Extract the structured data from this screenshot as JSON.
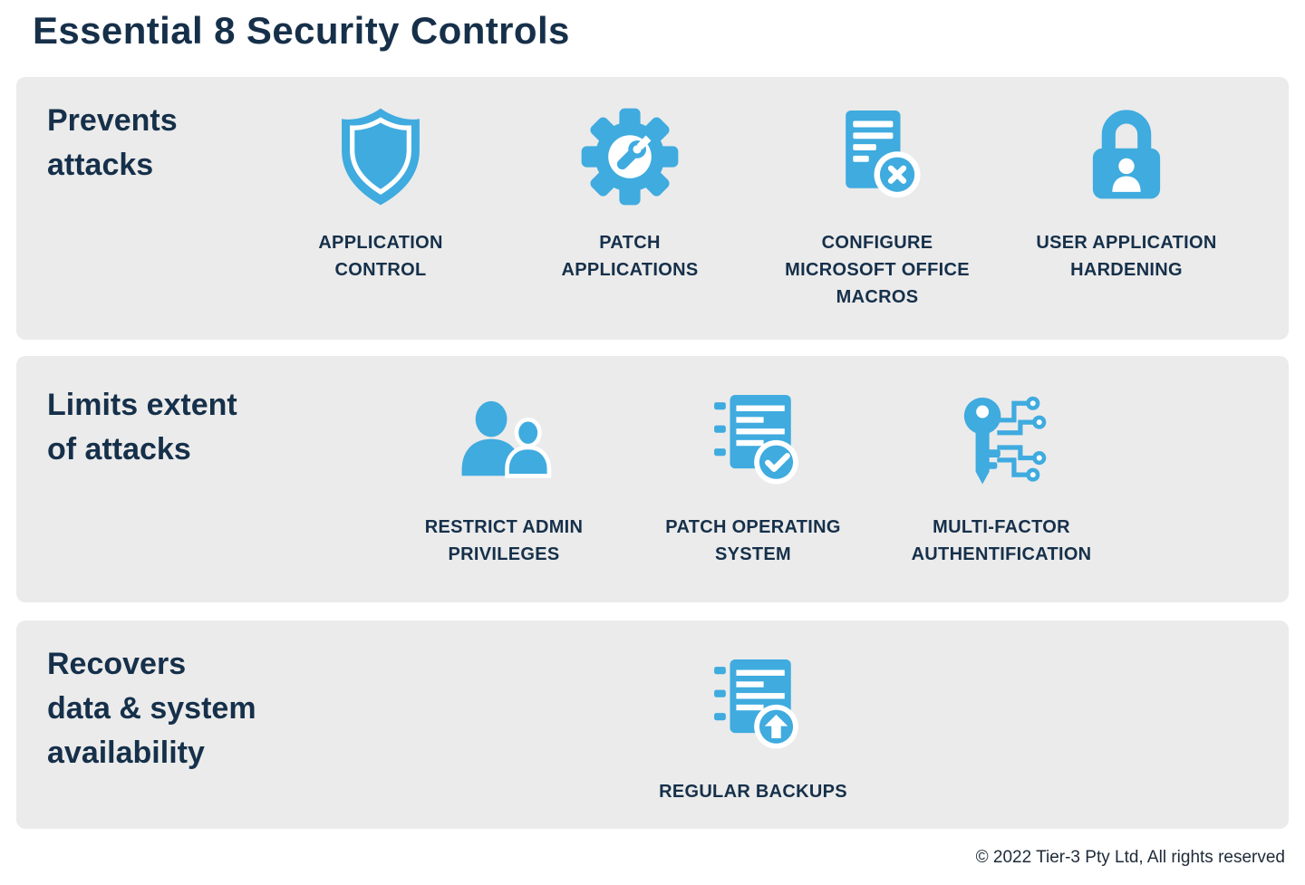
{
  "title": "Essential 8 Security Controls",
  "footer": "© 2022 Tier-3 Pty Ltd, All rights reserved",
  "colors": {
    "accent": "#3FABDF",
    "navy": "#16304A",
    "row_bg": "#EBEBEB"
  },
  "rows": [
    {
      "label": "Prevents\nattacks",
      "items": [
        {
          "icon": "shield-icon",
          "label": "APPLICATION\nCONTROL"
        },
        {
          "icon": "gear-wrench-icon",
          "label": "PATCH\nAPPLICATIONS"
        },
        {
          "icon": "document-cancel-icon",
          "label": "CONFIGURE\nMICROSOFT OFFICE\nMACROS"
        },
        {
          "icon": "lock-user-icon",
          "label": "USER APPLICATION\nHARDENING"
        }
      ]
    },
    {
      "label": "Limits extent\nof attacks",
      "items": [
        {
          "icon": "admin-users-icon",
          "label": "RESTRICT ADMIN\nPRIVILEGES"
        },
        {
          "icon": "server-check-icon",
          "label": "PATCH OPERATING\nSYSTEM"
        },
        {
          "icon": "key-circuit-icon",
          "label": "MULTI-FACTOR\nAUTHENTIFICATION"
        }
      ]
    },
    {
      "label": "Recovers\ndata & system\navailability",
      "items": [
        {
          "icon": "server-backup-icon",
          "label": "REGULAR BACKUPS"
        }
      ]
    }
  ]
}
